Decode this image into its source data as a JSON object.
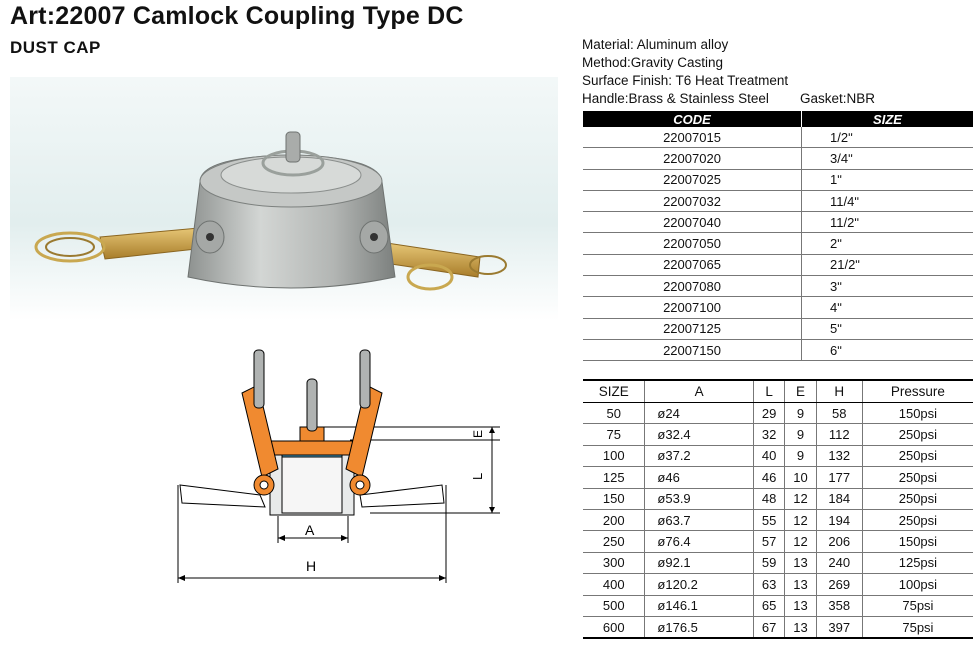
{
  "header": {
    "title": "Art:22007  Camlock Coupling Type DC",
    "subtitle": "DUST CAP"
  },
  "specs": {
    "material": "Material: Aluminum alloy",
    "method": "Method:Gravity Casting",
    "finish": "Surface Finish: T6 Heat Treatment",
    "handle": "Handle:Brass & Stainless Steel",
    "gasket": "Gasket:NBR"
  },
  "code_table": {
    "headers": [
      "CODE",
      "SIZE"
    ],
    "rows": [
      [
        "22007015",
        "1/2ʺ"
      ],
      [
        "22007020",
        "3/4ʺ"
      ],
      [
        "22007025",
        "1ʺ"
      ],
      [
        "22007032",
        "11/4ʺ"
      ],
      [
        "22007040",
        "11/2ʺ"
      ],
      [
        "22007050",
        "2ʺ"
      ],
      [
        "22007065",
        "21/2ʺ"
      ],
      [
        "22007080",
        "3ʺ"
      ],
      [
        "22007100",
        "4ʺ"
      ],
      [
        "22007125",
        "5ʺ"
      ],
      [
        "22007150",
        "6ʺ"
      ]
    ]
  },
  "size_table": {
    "headers": [
      "SIZE",
      "A",
      "L",
      "E",
      "H",
      "Pressure"
    ],
    "rows": [
      [
        "50",
        "ø24",
        "29",
        "9",
        "58",
        "150psi"
      ],
      [
        "75",
        "ø32.4",
        "32",
        "9",
        "112",
        "250psi"
      ],
      [
        "100",
        "ø37.2",
        "40",
        "9",
        "132",
        "250psi"
      ],
      [
        "125",
        "ø46",
        "46",
        "10",
        "177",
        "250psi"
      ],
      [
        "150",
        "ø53.9",
        "48",
        "12",
        "184",
        "250psi"
      ],
      [
        "200",
        "ø63.7",
        "55",
        "12",
        "194",
        "250psi"
      ],
      [
        "250",
        "ø76.4",
        "57",
        "12",
        "206",
        "150psi"
      ],
      [
        "300",
        "ø92.1",
        "59",
        "13",
        "240",
        "125psi"
      ],
      [
        "400",
        "ø120.2",
        "63",
        "13",
        "269",
        "100psi"
      ],
      [
        "500",
        "ø146.1",
        "65",
        "13",
        "358",
        "75psi"
      ],
      [
        "600",
        "ø176.5",
        "67",
        "13",
        "397",
        "75psi"
      ]
    ]
  },
  "diagram": {
    "label_a": "A",
    "label_h": "H",
    "label_l": "L",
    "label_e": "E"
  },
  "colors": {
    "body_silver": "#b9bcbb",
    "brass": "#c9a24a",
    "orange_handle": "#f08a30",
    "photo_bg": "#eaf2f2",
    "header_black": "#000000"
  }
}
